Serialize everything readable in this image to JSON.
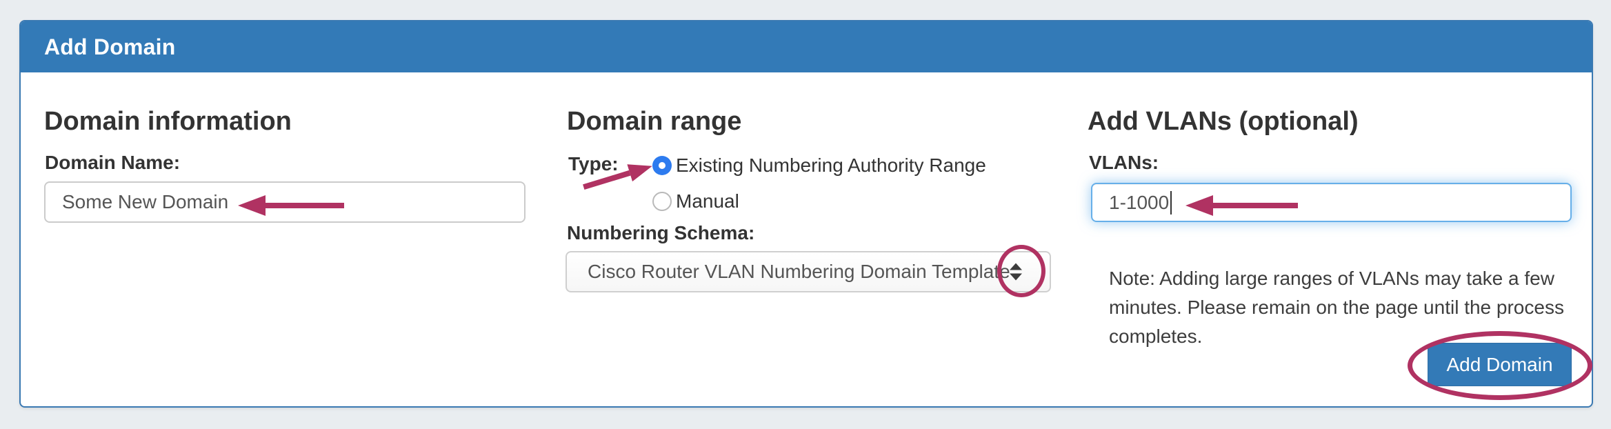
{
  "panel": {
    "title": "Add Domain"
  },
  "domain_information": {
    "heading": "Domain information",
    "domain_name": {
      "label": "Domain Name:",
      "value": "Some New Domain"
    }
  },
  "domain_range": {
    "heading": "Domain range",
    "type": {
      "label": "Type:",
      "options": [
        {
          "label": "Existing Numbering Authority Range",
          "selected": true
        },
        {
          "label": "Manual",
          "selected": false
        }
      ]
    },
    "numbering_schema": {
      "label": "Numbering Schema:",
      "selected_option": "Cisco Router VLAN Numbering Domain Template"
    }
  },
  "add_vlans": {
    "heading": "Add VLANs (optional)",
    "vlans": {
      "label": "VLANs:",
      "value": "1-1000"
    },
    "note": "Note: Adding large ranges of VLANs may take a few minutes. Please remain on the page until the process completes."
  },
  "actions": {
    "add_domain_label": "Add Domain"
  },
  "colors": {
    "header_bg": "#337ab7",
    "panel_border": "#3a79b2",
    "button_bg": "#337ab7",
    "annotation": "#b03262",
    "radio_selected": "#2d7bef",
    "focused_input_border": "#66afe9",
    "page_bg": "#e9edf0"
  }
}
